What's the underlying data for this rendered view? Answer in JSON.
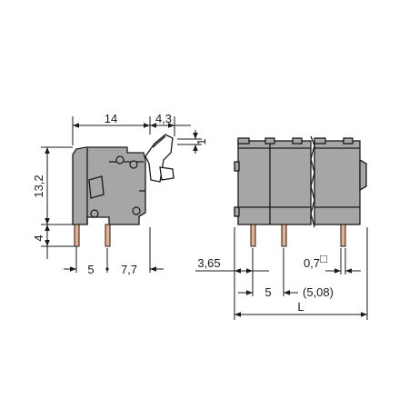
{
  "drawing": {
    "dimensions": {
      "side_width": "14",
      "lever_offset": "4,3",
      "lever_height": "1",
      "body_height": "13,2",
      "pin_length": "4",
      "pitch_side": "5",
      "pin_offset": "7,7",
      "edge_offset": "3,65",
      "pin_size": "0,7",
      "pin_size_symbol": "□",
      "pitch_front": "5",
      "pitch_alt": "(5,08)",
      "total_length": "L"
    }
  },
  "colors": {
    "housing": "#a6a6a6",
    "pins": "#e8b08f",
    "lines": "#1a1a1a"
  }
}
